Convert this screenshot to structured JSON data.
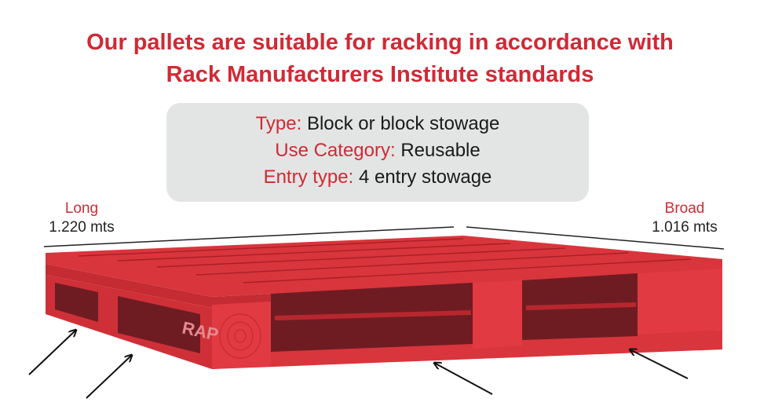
{
  "headline": {
    "line1": "Our pallets are suitable for racking in accordance with",
    "line2": "Rack Manufacturers Institute standards"
  },
  "specs": {
    "type_label": "Type:",
    "type_value": "Block or block stowage",
    "use_label": "Use Category:",
    "use_value": "Reusable",
    "entry_label": "Entry type:",
    "entry_value": "4 entry stowage"
  },
  "dimensions": {
    "long_label": "Long",
    "long_value": "1.220 mts",
    "broad_label": "Broad",
    "broad_value": "1.016 mts"
  },
  "pallet": {
    "stamp": "RAP",
    "color": "#d9353c"
  },
  "colors": {
    "accent": "#d02a35",
    "box": "#e3e5e4"
  }
}
